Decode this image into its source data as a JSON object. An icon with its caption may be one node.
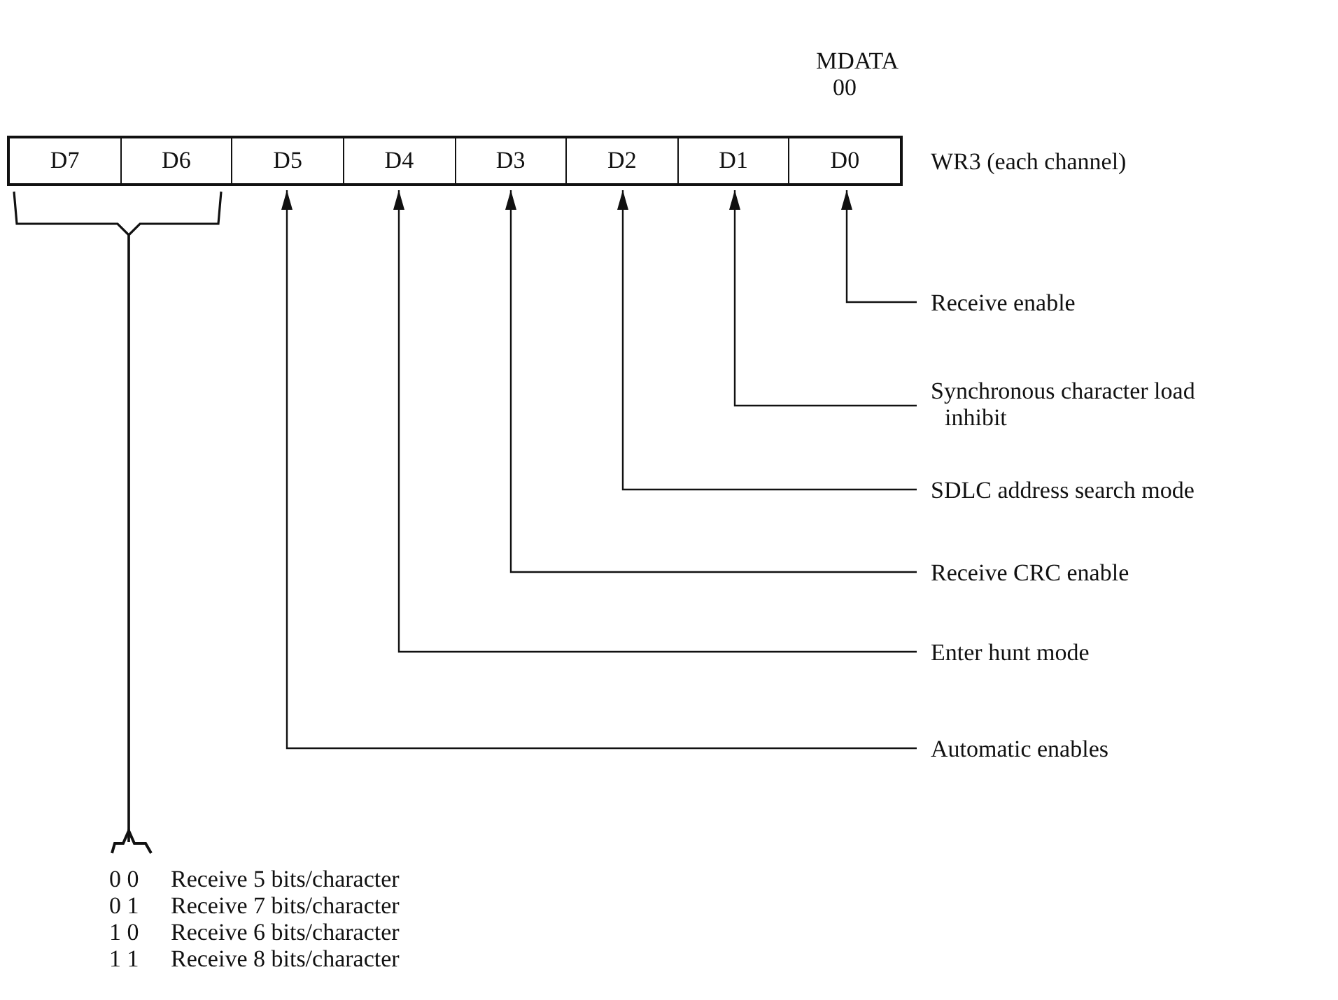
{
  "diagram": {
    "nodes": [
      {
        "text": [
          "D7"
        ]
      },
      {
        "text": [
          "D6"
        ]
      },
      {
        "text": [
          "D5"
        ]
      },
      {
        "text": [
          "D4"
        ]
      },
      {
        "text": [
          "D3"
        ]
      },
      {
        "text": [
          "D2"
        ]
      },
      {
        "text": [
          "D1"
        ]
      },
      {
        "text": [
          "D0"
        ]
      },
      {
        "text": [
          "Receive enable"
        ]
      },
      {
        "text": [
          "Synchronous character load inhibit"
        ]
      },
      {
        "text": [
          "SDLC address search mode"
        ]
      },
      {
        "text": [
          "Receive CRC enable"
        ]
      },
      {
        "text": [
          "Enter hunt mode"
        ]
      },
      {
        "text": [
          "Automatic enables"
        ]
      },
      {
        "text": [
          "0 0",
          "Receive 5 bits/character",
          "0 1",
          "Receive 7 bits/character",
          "1 0",
          "Receive 6 bits/character",
          "1 1",
          "Receive 8 bits/character"
        ]
      }
    ],
    "edges": [
      {
        "from": 8,
        "to": 7,
        "arrow": "to"
      },
      {
        "from": 9,
        "to": 6,
        "arrow": "to"
      },
      {
        "from": 10,
        "to": 5,
        "arrow": "to"
      },
      {
        "from": 11,
        "to": 4,
        "arrow": "to"
      },
      {
        "from": 12,
        "to": 3,
        "arrow": "to"
      },
      {
        "from": 13,
        "to": 2,
        "arrow": "to"
      },
      {
        "from": 14,
        "to": 0,
        "arrow": "none"
      },
      {
        "from": 14,
        "to": 1,
        "arrow": "none"
      }
    ],
    "labels": [
      "MDATA",
      "00",
      "WR3 (each channel)"
    ]
  }
}
